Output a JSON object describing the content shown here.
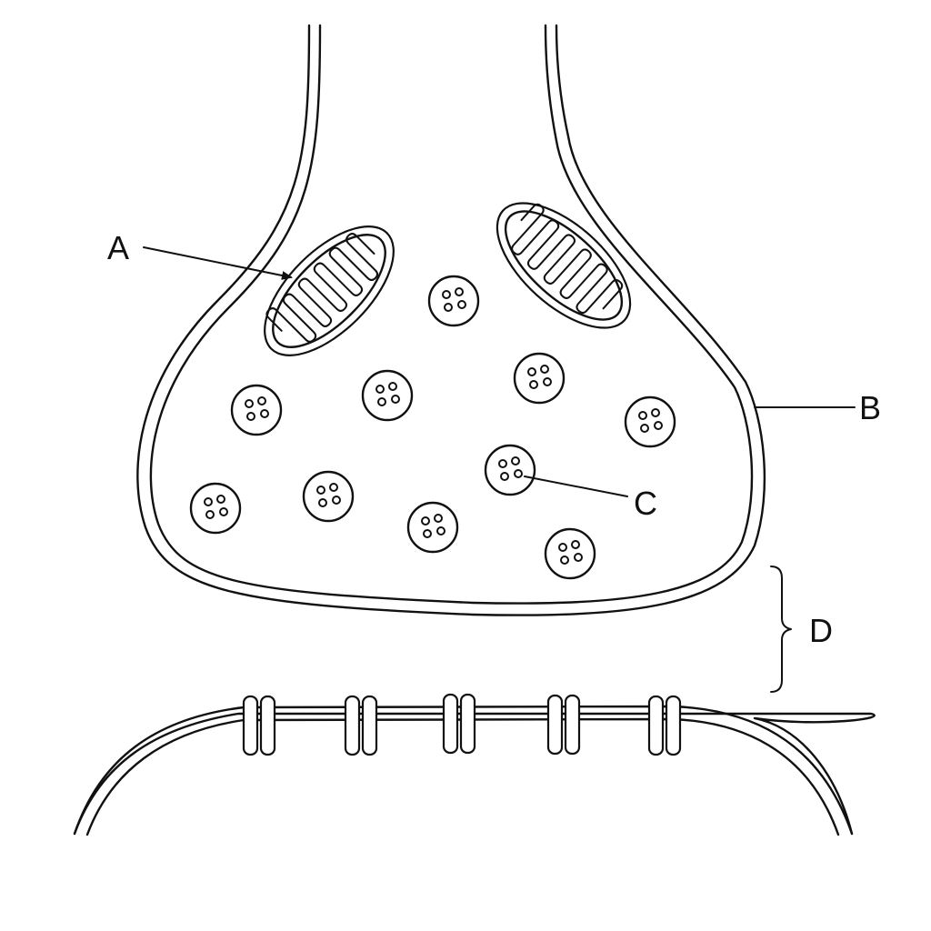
{
  "labels": {
    "a": "A",
    "b": "B",
    "c": "C",
    "d": "D"
  },
  "colors": {
    "stroke": "#111111",
    "background": "#ffffff"
  }
}
